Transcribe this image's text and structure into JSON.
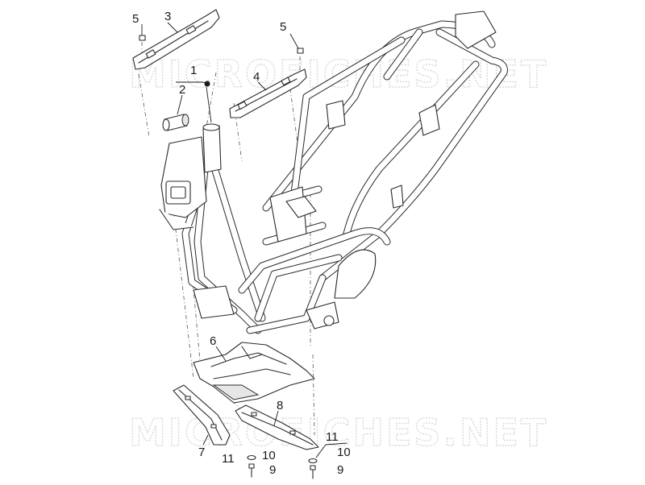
{
  "watermark": {
    "text_top": "MICROFICHES.NET",
    "text_bottom": "MICROFICHES.NET"
  },
  "callouts": {
    "c1": "1",
    "c2": "2",
    "c3": "3",
    "c4": "4",
    "c5a": "5",
    "c5b": "5",
    "c6": "6",
    "c7": "7",
    "c8": "8",
    "c9a": "9",
    "c9b": "9",
    "c10a": "10",
    "c10b": "10",
    "c11a": "11",
    "c11b": "11"
  }
}
